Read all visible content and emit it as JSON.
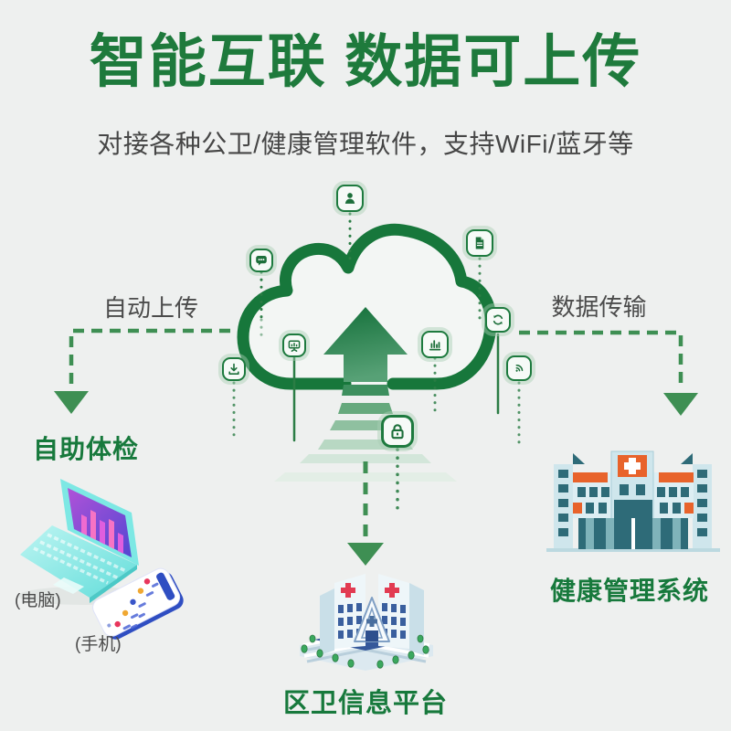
{
  "header": {
    "title": "智能互联 数据可上传",
    "subtitle": "对接各种公卫/健康管理软件，支持WiFi/蓝牙等"
  },
  "flows": {
    "left": {
      "label": "自动上传"
    },
    "right": {
      "label": "数据传输"
    },
    "bottom": {
      "label": ""
    }
  },
  "nodes": {
    "self_checkup": {
      "label": "自助体检",
      "devices": [
        {
          "label": "(电脑)"
        },
        {
          "label": "(手机)"
        }
      ]
    },
    "health_system": {
      "label": "健康管理系统"
    },
    "district_platform": {
      "label": "区卫信息平台"
    }
  },
  "cloud": {
    "icons": [
      "user",
      "chat-message",
      "document",
      "screen-share",
      "download",
      "bar-chart",
      "sync",
      "wifi-signal",
      "lock"
    ]
  },
  "colors": {
    "background": "#EEF0EF",
    "accent_green": "#1E7A3C",
    "cloud_outline": "#17773B",
    "dashed_flow": "#3E8F53",
    "label_gray": "#4B4B4B",
    "node_green": "#17793C",
    "laptop_cyan": "#7DE8E4",
    "phone_blue": "#2F4EC2",
    "hospital_teal": "#2E6B78",
    "hospital_orange": "#E8632B",
    "building_navy": "#35589A",
    "tree_green": "#3AA85E"
  }
}
